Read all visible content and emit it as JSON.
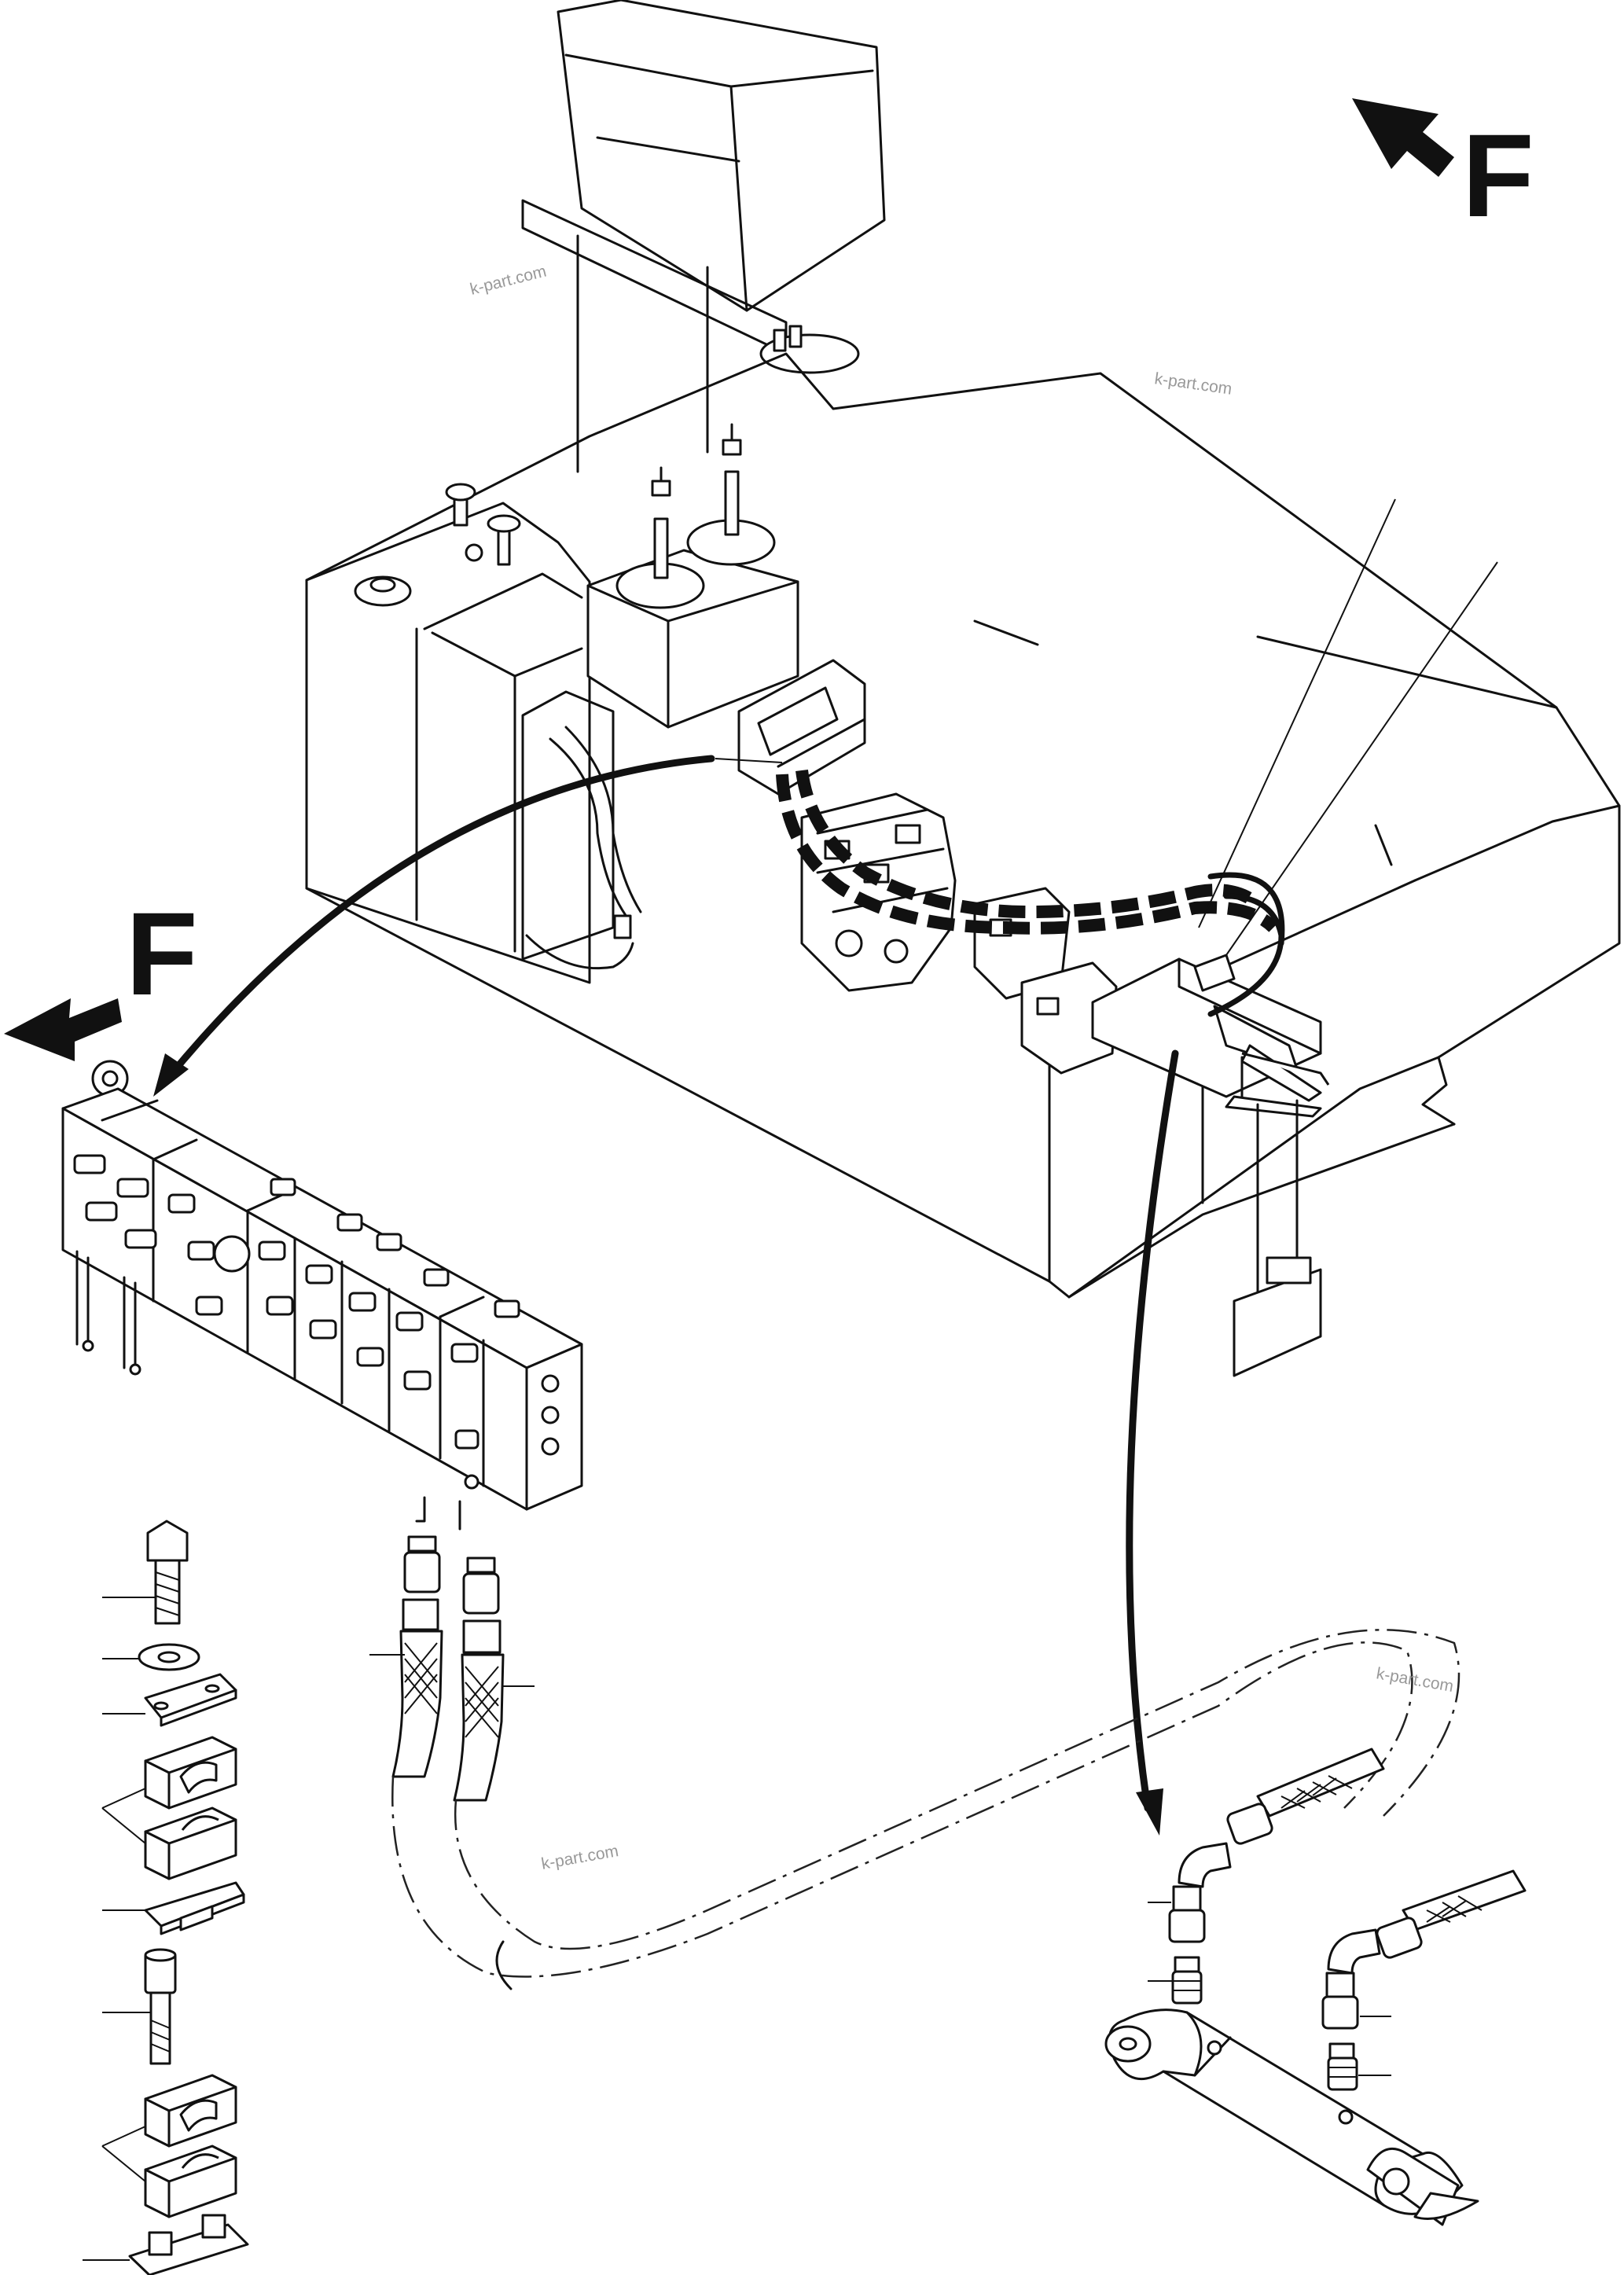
{
  "direction_marks": {
    "top_right": "F",
    "left": "F"
  },
  "watermarks": [
    "k-part.com",
    "k-part.com",
    "k-part.com",
    "k-part.com"
  ],
  "colors": {
    "line": "#111111",
    "background": "#ffffff",
    "watermark": "#999999"
  }
}
